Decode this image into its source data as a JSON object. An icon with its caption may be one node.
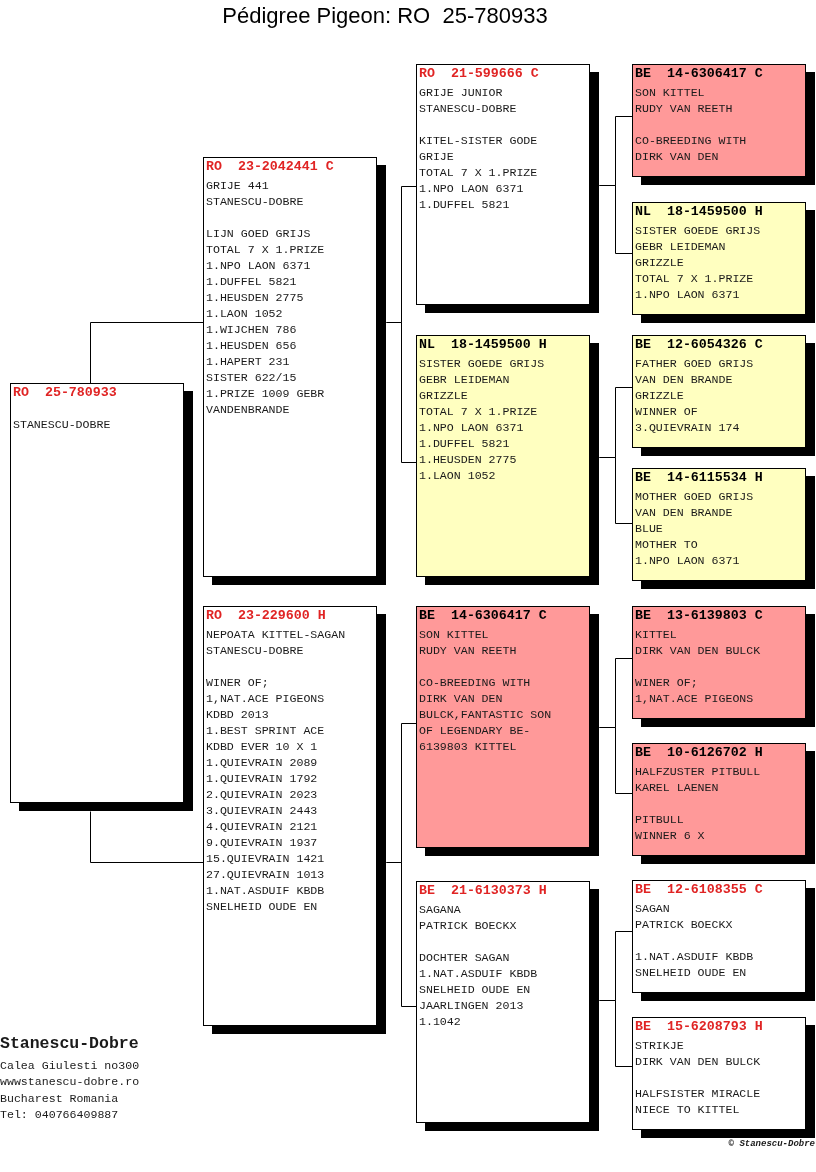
{
  "diagram": {
    "title": "Pédigree Pigeon: RO  25-780933",
    "nodes": [
      {
        "text": [
          "RO  25-780933",
          "STANESCU-DOBRE"
        ]
      },
      {
        "text": [
          "RO  23-2042441 C",
          "GRIJE 441",
          "STANESCU-DOBRE",
          "LIJN GOED GRIJS",
          "TOTAL 7 X 1.PRIZE",
          "1.NPO LAON 6371",
          "1.DUFFEL 5821",
          "1.HEUSDEN 2775",
          "1.LAON 1052",
          "1.WIJCHEN 786",
          "1.HEUSDEN 656",
          "1.HAPERT 231",
          "SISTER 622/15",
          "1.PRIZE 1009 GEBR VANDENBRANDE"
        ]
      },
      {
        "text": [
          "RO  23-229600 H",
          "NEPOATA KITTEL-SAGAN",
          "STANESCU-DOBRE",
          "WINER OF;",
          "1,NAT.ACE PIGEONS KDBD 2013",
          "1.BEST SPRINT ACE KDBD EVER 10 X 1",
          "1.QUIEVRAIN 2089",
          "1.QUIEVRAIN 1792",
          "2.QUIEVRAIN 2023",
          "3.QUIEVRAIN 2443",
          "4.QUIEVRAIN 2121",
          "9.QUIEVRAIN 1937",
          "15.QUIEVRAIN 1421",
          "27.QUIEVRAIN 1013",
          "1.NAT.ASDUIF KBDB SNELHEID OUDE EN"
        ]
      },
      {
        "text": [
          "RO  21-599666 C",
          "GRIJE JUNIOR",
          "STANESCU-DOBRE",
          "KITEL-SISTER GODE GRIJE",
          "TOTAL 7 X 1.PRIZE",
          "1.NPO LAON 6371",
          "1.DUFFEL 5821"
        ]
      },
      {
        "text": [
          "NL  18-1459500 H",
          "SISTER GOEDE GRIJS",
          "GEBR LEIDEMAN",
          "GRIZZLE",
          "TOTAL 7 X 1.PRIZE",
          "1.NPO LAON 6371",
          "1.DUFFEL 5821",
          "1.HEUSDEN 2775",
          "1.LAON 1052"
        ]
      },
      {
        "text": [
          "BE  14-6306417 C",
          "SON KITTEL",
          "RUDY VAN REETH",
          "CO-BREEDING WITH DIRK VAN DEN BULCK,FANTASTIC SON OF LEGENDARY BE-6139803 KITTEL"
        ]
      },
      {
        "text": [
          "BE  21-6130373 H",
          "SAGANA",
          "PATRICK BOECKX",
          "DOCHTER SAGAN",
          "1.NAT.ASDUIF KBDB SNELHEID OUDE EN JAARLINGEN 2013",
          "1.1042"
        ]
      },
      {
        "text": [
          "BE  14-6306417 C",
          "SON KITTEL",
          "RUDY VAN REETH",
          "CO-BREEDING WITH DIRK VAN DEN"
        ]
      },
      {
        "text": [
          "NL  18-1459500 H",
          "SISTER GOEDE GRIJS",
          "GEBR LEIDEMAN",
          "GRIZZLE",
          "TOTAL 7 X 1.PRIZE",
          "1.NPO LAON 6371"
        ]
      },
      {
        "text": [
          "BE  12-6054326 C",
          "FATHER GOED GRIJS",
          "VAN DEN BRANDE",
          "GRIZZLE",
          "WINNER OF",
          "3.QUIEVRAIN 174"
        ]
      },
      {
        "text": [
          "BE  14-6115534 H",
          "MOTHER GOED GRIJS",
          "VAN DEN BRANDE",
          "BLUE",
          "MOTHER TO",
          "1.NPO LAON 6371"
        ]
      },
      {
        "text": [
          "BE  13-6139803 C",
          "KITTEL",
          "DIRK VAN DEN BULCK",
          "WINER OF;",
          "1,NAT.ACE PIGEONS"
        ]
      },
      {
        "text": [
          "BE  10-6126702 H",
          "HALFZUSTER PITBULL",
          "KAREL LAENEN",
          "PITBULL",
          "WINNER 6 X"
        ]
      },
      {
        "text": [
          "BE  12-6108355 C",
          "SAGAN",
          "PATRICK BOECKX",
          "1.NAT.ASDUIF KBDB SNELHEID OUDE EN"
        ]
      },
      {
        "text": [
          "BE  15-6208793 H",
          "STRIKJE",
          "DIRK VAN DEN BULCK",
          "HALFSISTER MIRACLE",
          "NIECE TO KITTEL"
        ]
      }
    ],
    "edges": [
      {
        "from": 0,
        "to": 1,
        "arrow": "none"
      },
      {
        "from": 0,
        "to": 2,
        "arrow": "none"
      },
      {
        "from": 1,
        "to": 3,
        "arrow": "none"
      },
      {
        "from": 1,
        "to": 4,
        "arrow": "none"
      },
      {
        "from": 2,
        "to": 5,
        "arrow": "none"
      },
      {
        "from": 2,
        "to": 6,
        "arrow": "none"
      },
      {
        "from": 3,
        "to": 7,
        "arrow": "none"
      },
      {
        "from": 3,
        "to": 8,
        "arrow": "none"
      },
      {
        "from": 4,
        "to": 9,
        "arrow": "none"
      },
      {
        "from": 4,
        "to": 10,
        "arrow": "none"
      },
      {
        "from": 5,
        "to": 11,
        "arrow": "none"
      },
      {
        "from": 5,
        "to": 12,
        "arrow": "none"
      },
      {
        "from": 6,
        "to": 13,
        "arrow": "none"
      },
      {
        "from": 6,
        "to": 14,
        "arrow": "none"
      }
    ],
    "labels": [
      "Stanescu-Dobre",
      "Calea Giulesti no300",
      "wwwstanescu-dobre.ro",
      "Bucharest Romania",
      "Tel: 040766409887",
      "© Stanescu-Dobre"
    ]
  }
}
